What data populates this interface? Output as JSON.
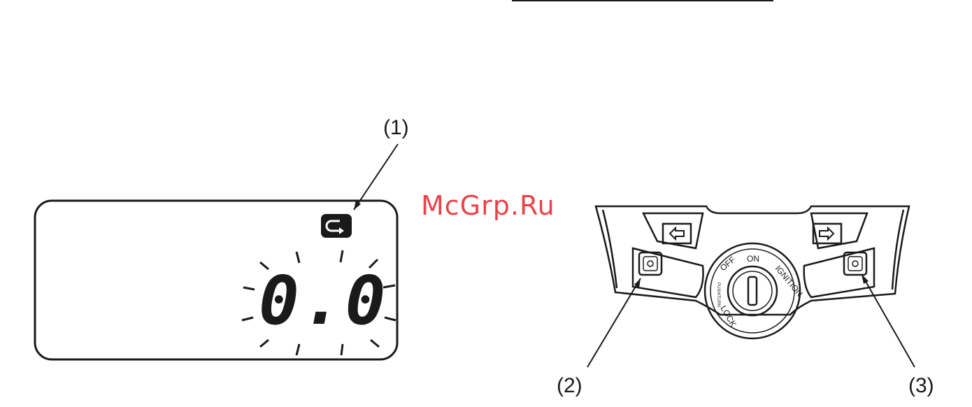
{
  "callouts": {
    "one": "(1)",
    "two": "(2)",
    "three": "(3)"
  },
  "watermark": "McGrp.Ru",
  "display": {
    "reading": "0.0",
    "indicator_icon": "return-arrow-icon",
    "state": "blinking"
  },
  "switch_panel": {
    "left_arrow_icon": "left-arrow-icon",
    "right_arrow_icon": "right-arrow-icon",
    "ignition_labels": {
      "off": "OFF",
      "on": "ON",
      "ignition": "IGNITION",
      "lock": "LOCK",
      "push_turn": "PUSH/TURN"
    }
  },
  "colors": {
    "ink": "#1a1a1a",
    "watermark": "#e8343a",
    "background": "#ffffff"
  }
}
